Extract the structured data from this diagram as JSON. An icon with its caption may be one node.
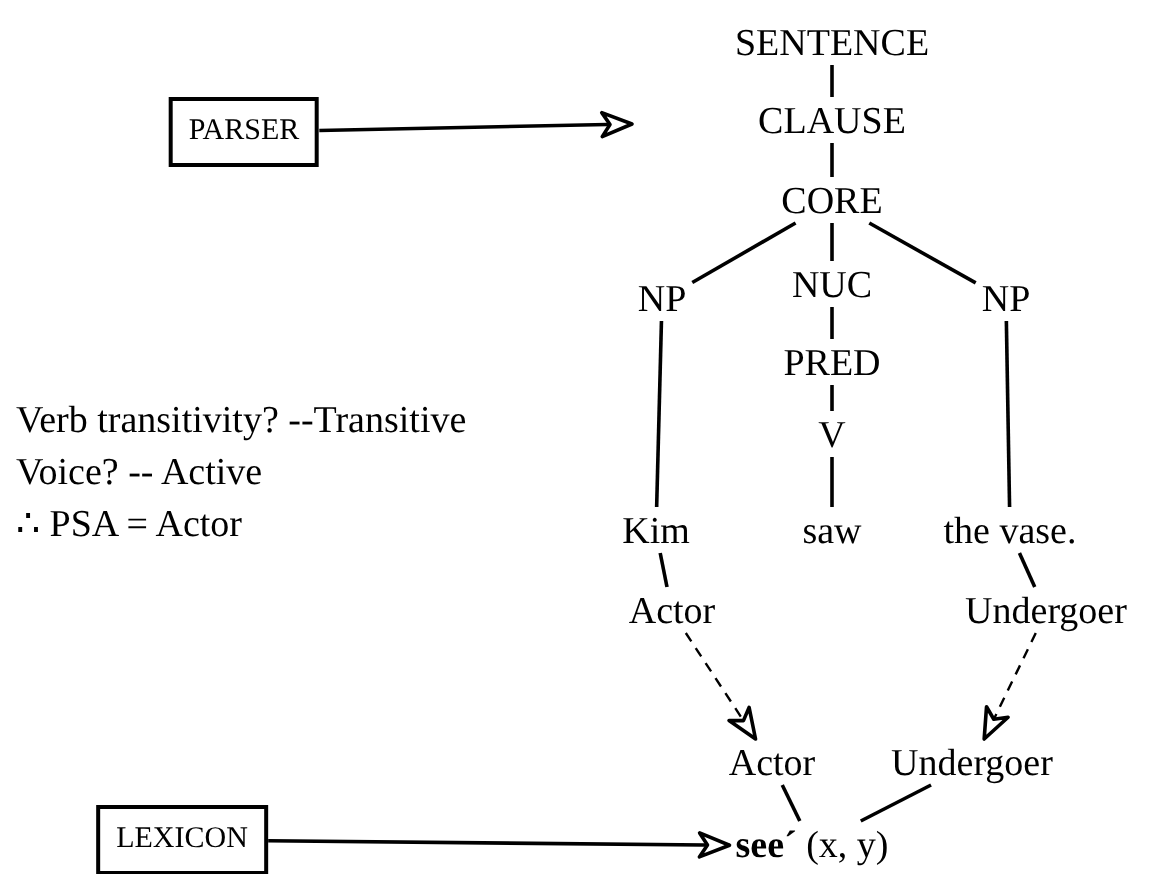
{
  "diagram": {
    "nodes": [
      {
        "text": [
          "PARSER"
        ]
      },
      {
        "text": [
          "SENTENCE"
        ]
      },
      {
        "text": [
          "CLAUSE"
        ]
      },
      {
        "text": [
          "CORE"
        ]
      },
      {
        "text": [
          "NP"
        ]
      },
      {
        "text": [
          "NUC"
        ]
      },
      {
        "text": [
          "NP"
        ]
      },
      {
        "text": [
          "PRED"
        ]
      },
      {
        "text": [
          "V"
        ]
      },
      {
        "text": [
          "Kim"
        ]
      },
      {
        "text": [
          "saw"
        ]
      },
      {
        "text": [
          "the vase."
        ]
      },
      {
        "text": [
          "Actor"
        ]
      },
      {
        "text": [
          "Undergoer"
        ]
      },
      {
        "text": [
          "Actor"
        ]
      },
      {
        "text": [
          "Undergoer"
        ]
      },
      {
        "text": [
          "LEXICON"
        ]
      },
      {
        "text": [
          "**see´** (x, y)"
        ]
      }
    ],
    "edges": [
      {
        "from": 0,
        "to": null,
        "arrow": "to"
      },
      {
        "from": 1,
        "to": 2,
        "arrow": "none"
      },
      {
        "from": 2,
        "to": 3,
        "arrow": "none"
      },
      {
        "from": 3,
        "to": 4,
        "arrow": "none"
      },
      {
        "from": 3,
        "to": 5,
        "arrow": "none"
      },
      {
        "from": 3,
        "to": 6,
        "arrow": "none"
      },
      {
        "from": 5,
        "to": 7,
        "arrow": "none"
      },
      {
        "from": 7,
        "to": 8,
        "arrow": "none"
      },
      {
        "from": 8,
        "to": 10,
        "arrow": "none"
      },
      {
        "from": 4,
        "to": 9,
        "arrow": "none"
      },
      {
        "from": 6,
        "to": 11,
        "arrow": "none"
      },
      {
        "from": 9,
        "to": 12,
        "arrow": "none"
      },
      {
        "from": 11,
        "to": 13,
        "arrow": "none"
      },
      {
        "from": 12,
        "to": 14,
        "arrow": "to",
        "style": "dashed"
      },
      {
        "from": 13,
        "to": 15,
        "arrow": "to",
        "style": "dashed"
      },
      {
        "from": 14,
        "to": 17,
        "arrow": "none"
      },
      {
        "from": 15,
        "to": 17,
        "arrow": "none"
      },
      {
        "from": 16,
        "to": 17,
        "arrow": "to"
      }
    ],
    "labels": [
      "Verb transitivity? --Transitive",
      "Voice? -- Active",
      "∴ PSA = Actor"
    ]
  }
}
